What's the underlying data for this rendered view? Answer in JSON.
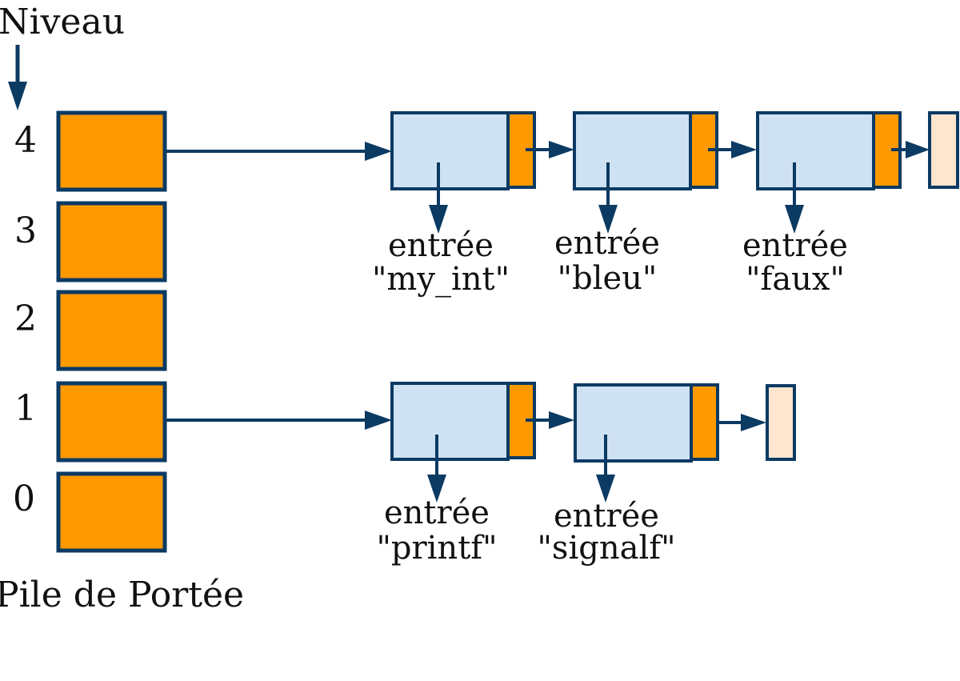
{
  "colors": {
    "stroke": "#0b3a63",
    "stack_fill": "#ff9900",
    "node_fill": "#cfe2f3",
    "pointer_fill": "#ff9900",
    "terminator_fill": "#fde5cf",
    "text": "#111111"
  },
  "axis": {
    "label": "Niveau"
  },
  "stack": {
    "caption": "Pile de Portée",
    "levels": [
      {
        "label": "4"
      },
      {
        "label": "3"
      },
      {
        "label": "2"
      },
      {
        "label": "1"
      },
      {
        "label": "0"
      }
    ]
  },
  "lists": {
    "level4": {
      "entries": [
        {
          "line1": "entrée",
          "line2": "\"my_int\""
        },
        {
          "line1": "entrée",
          "line2": "\"bleu\""
        },
        {
          "line1": "entrée",
          "line2": "\"faux\""
        }
      ]
    },
    "level1": {
      "entries": [
        {
          "line1": "entrée",
          "line2": "\"printf\""
        },
        {
          "line1": "entrée",
          "line2": "\"signalf\""
        }
      ]
    }
  }
}
